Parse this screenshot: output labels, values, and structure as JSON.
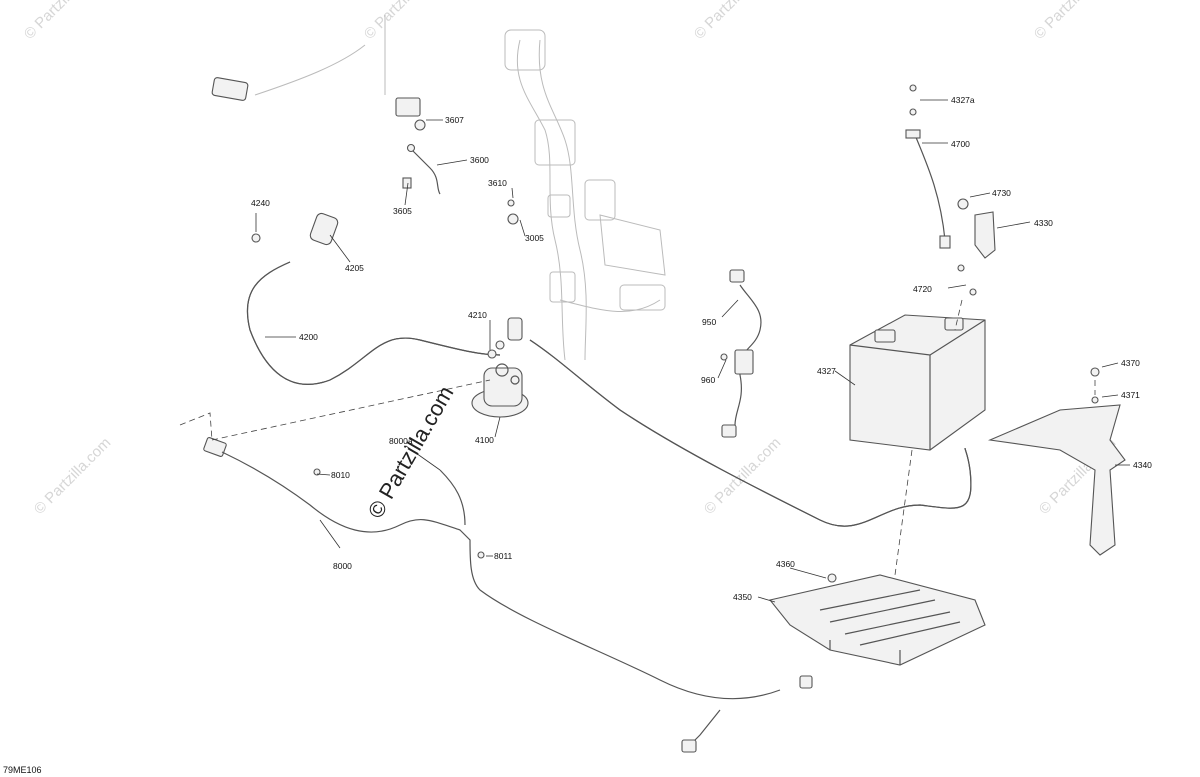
{
  "diagram": {
    "code": "79ME106",
    "watermark_center": "© Partzilla.com",
    "watermark_small": "© Partzilla.com",
    "labels": {
      "l3607": "3607",
      "l3600": "3600",
      "l3610": "3610",
      "l3605": "3605",
      "l3005": "3005",
      "l4240": "4240",
      "l4205": "4205",
      "l4200": "4200",
      "l4210": "4210",
      "l4100": "4100",
      "l950": "950",
      "l960": "960",
      "l4327a": "4327a",
      "l4700": "4700",
      "l4730": "4730",
      "l4330": "4330",
      "l4720": "4720",
      "l4327": "4327",
      "l4370": "4370",
      "l4371": "4371",
      "l4340": "4340",
      "l8000a": "8000a",
      "l8010": "8010",
      "l8000": "8000",
      "l8011": "8011",
      "l4360": "4360",
      "l4350": "4350"
    }
  }
}
